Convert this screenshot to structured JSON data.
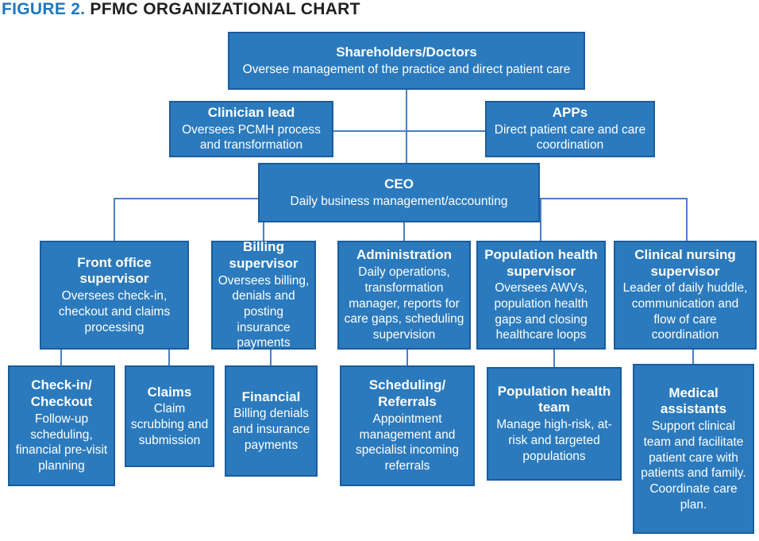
{
  "figure": {
    "label": "FIGURE 2.",
    "title": "PFMC ORGANIZATIONAL CHART"
  },
  "colors": {
    "box_fill": "#2b7abd",
    "box_border": "#1b5c9e",
    "connector": "#4a7fbe",
    "title_accent": "#1f78be",
    "title_text": "#231f20",
    "box_text": "#ffffff"
  },
  "nodes": {
    "shareholders": {
      "title": "Shareholders/Doctors",
      "desc": "Oversee management of the practice and direct patient care"
    },
    "clinician_lead": {
      "title": "Clinician lead",
      "desc": "Oversees PCMH process and transformation"
    },
    "apps": {
      "title": "APPs",
      "desc": "Direct patient care and care coordination"
    },
    "ceo": {
      "title": "CEO",
      "desc": "Daily business management/accounting"
    },
    "front_office": {
      "title": "Front office supervisor",
      "desc": "Oversees check-in, checkout and claims processing"
    },
    "billing": {
      "title": "Billing supervisor",
      "desc": "Oversees billing, denials and posting insurance payments"
    },
    "administration": {
      "title": "Administration",
      "desc": "Daily operations, transformation manager, reports for care gaps, scheduling supervision"
    },
    "pop_health_supervisor": {
      "title": "Population health supervisor",
      "desc": "Oversees AWVs, population health gaps and closing healthcare loops"
    },
    "clinical_nursing": {
      "title": "Clinical nursing supervisor",
      "desc": "Leader of daily huddle, communication and flow of care coordination"
    },
    "check_in": {
      "title": "Check-in/ Checkout",
      "desc": "Follow-up scheduling, financial pre-visit planning"
    },
    "claims": {
      "title": "Claims",
      "desc": "Claim scrubbing and submission"
    },
    "financial": {
      "title": "Financial",
      "desc": "Billing denials and insurance payments"
    },
    "scheduling": {
      "title": "Scheduling/ Referrals",
      "desc": "Appointment management and specialist incoming referrals"
    },
    "pop_health_team": {
      "title": "Population health team",
      "desc": "Manage high-risk, at-risk and targeted populations"
    },
    "medical_assistants": {
      "title": "Medical assistants",
      "desc": "Support clinical team and facilitate patient care with patients and family. Coordinate care plan."
    }
  }
}
